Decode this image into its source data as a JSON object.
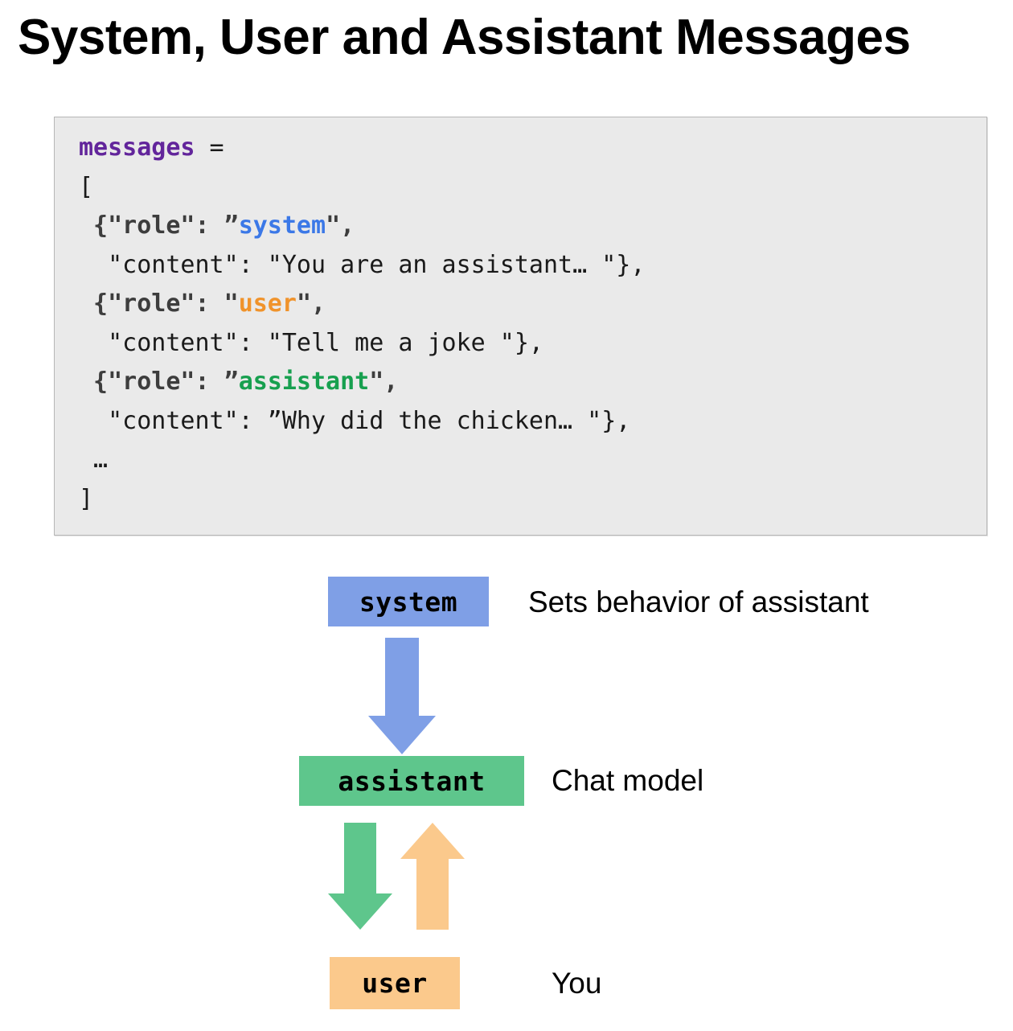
{
  "slide": {
    "title": "System, User and Assistant Messages"
  },
  "code_block": {
    "language": "python",
    "background_color": "#eaeaea",
    "border_color": "#b6b6b6",
    "lines": [
      [
        {
          "text": "messages",
          "style": "var"
        },
        {
          "text": " =",
          "style": "plain"
        }
      ],
      [
        {
          "text": "[",
          "style": "plain"
        }
      ],
      [
        {
          "text": " {",
          "style": "punct-b"
        },
        {
          "text": "\"role\"",
          "style": "key"
        },
        {
          "text": ": ",
          "style": "punct-b"
        },
        {
          "text": "”",
          "style": "punct-b"
        },
        {
          "text": "system",
          "style": "system"
        },
        {
          "text": "\",",
          "style": "punct-b"
        }
      ],
      [
        {
          "text": "  \"content\": \"You are an assistant… \"},",
          "style": "plain"
        }
      ],
      [
        {
          "text": " {",
          "style": "punct-b"
        },
        {
          "text": "\"role\"",
          "style": "key"
        },
        {
          "text": ": ",
          "style": "punct-b"
        },
        {
          "text": "\"",
          "style": "punct-b"
        },
        {
          "text": "user",
          "style": "user"
        },
        {
          "text": "\",",
          "style": "punct-b"
        }
      ],
      [
        {
          "text": "  \"content\": \"Tell me a joke \"},",
          "style": "plain"
        }
      ],
      [
        {
          "text": " {",
          "style": "punct-b"
        },
        {
          "text": "\"role\"",
          "style": "key"
        },
        {
          "text": ": ",
          "style": "punct-b"
        },
        {
          "text": "”",
          "style": "punct-b"
        },
        {
          "text": "assistant",
          "style": "assistant"
        },
        {
          "text": "\",",
          "style": "punct-b"
        }
      ],
      [
        {
          "text": "  \"content\": ”Why did the chicken… \"},",
          "style": "plain"
        }
      ],
      [
        {
          "text": " …",
          "style": "plain"
        }
      ],
      [
        {
          "text": "]",
          "style": "plain"
        }
      ]
    ]
  },
  "diagram": {
    "nodes": [
      {
        "id": "system",
        "label": "system",
        "description": "Sets behavior of assistant",
        "color": "#7f9fe6"
      },
      {
        "id": "assistant",
        "label": "assistant",
        "description": "Chat model",
        "color": "#5ec68c"
      },
      {
        "id": "user",
        "label": "user",
        "description": "You",
        "color": "#fbc98c"
      }
    ],
    "arrows": [
      {
        "id": "system-to-assistant",
        "from": "system",
        "to": "assistant",
        "direction": "down",
        "color": "#7f9fe6"
      },
      {
        "id": "assistant-to-user",
        "from": "assistant",
        "to": "user",
        "direction": "down",
        "color": "#5ec68c"
      },
      {
        "id": "user-to-assistant",
        "from": "user",
        "to": "assistant",
        "direction": "up",
        "color": "#fbc98c"
      }
    ]
  }
}
